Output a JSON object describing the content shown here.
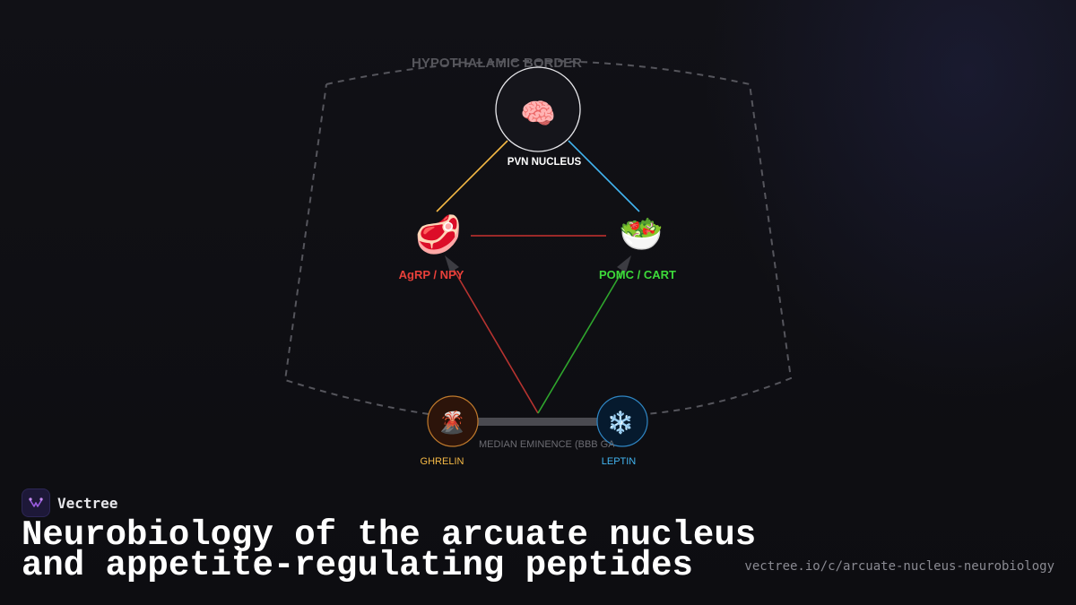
{
  "diagram": {
    "border_label": "HYPOTHALAMIC BORDER",
    "pvn": {
      "label": "PVN NUCLEUS",
      "icon": "brain-icon",
      "glyph": "🧠"
    },
    "agrp": {
      "label": "AgRP / NPY",
      "icon": "meat-icon",
      "glyph": "🥩"
    },
    "pomc": {
      "label": "POMC / CART",
      "icon": "salad-icon",
      "glyph": "🥗"
    },
    "ghrelin": {
      "label": "GHRELIN",
      "icon": "volcano-icon",
      "glyph": "🌋"
    },
    "leptin": {
      "label": "LEPTIN",
      "icon": "snowflake-icon",
      "glyph": "❄️"
    },
    "median_eminence_label": "MEDIAN EMINENCE (BBB GAP)"
  },
  "colors": {
    "agrp": "#e8403a",
    "pomc": "#3dd93a",
    "ghrelin": "#f5b945",
    "leptin": "#42b4f0",
    "pvn_to_agrp": "#f5b945",
    "pvn_to_pomc": "#42b4f0"
  },
  "brand": {
    "name": "Vectree",
    "logo_icon": "vectree-logo-icon"
  },
  "title": {
    "line1": "Neurobiology of the arcuate nucleus",
    "line2": "and appetite-regulating peptides"
  },
  "url": "vectree.io/c/arcuate-nucleus-neurobiology"
}
